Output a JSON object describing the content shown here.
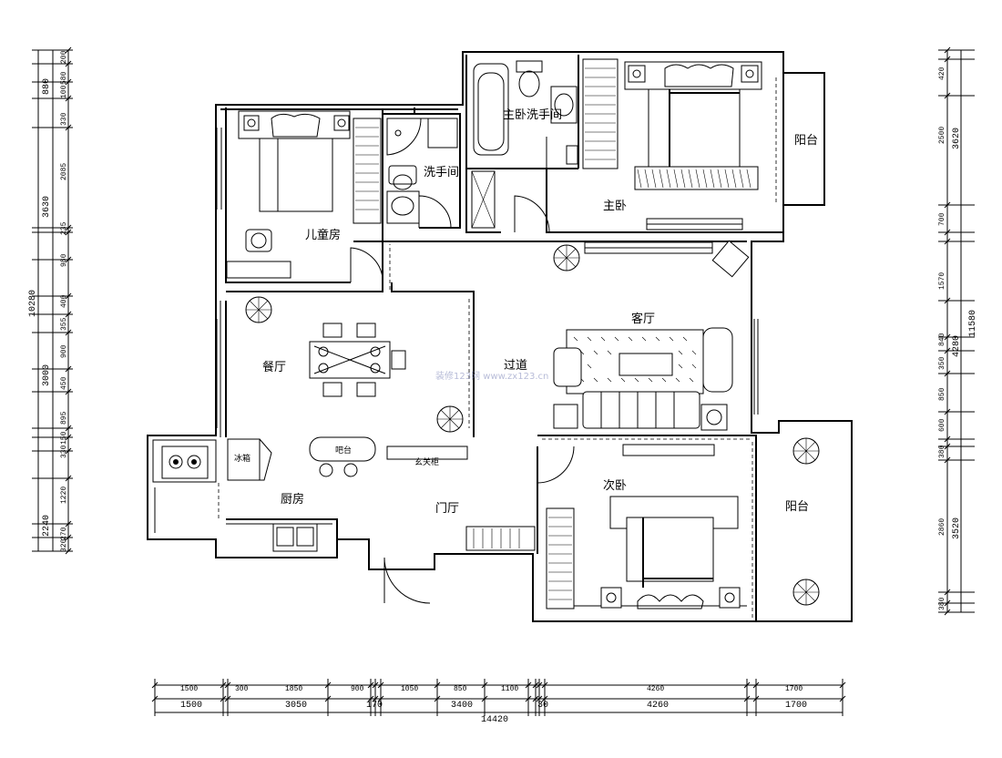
{
  "rooms": {
    "master_bath": "主卧洗手间",
    "bathroom": "洗手间",
    "master_bedroom": "主卧",
    "balcony_top": "阳台",
    "kids_room": "儿童房",
    "living_room": "客厅",
    "dining_room": "餐厅",
    "corridor": "过道",
    "second_bedroom": "次卧",
    "balcony_bottom": "阳台",
    "kitchen": "厨房",
    "entrance": "门厅",
    "fridge": "冰箱",
    "bar": "吧台",
    "shoe_cabinet": "玄关柜"
  },
  "watermark": "装修123网 www.zx123.cn",
  "dims": {
    "bottom_row1": [
      "1500",
      "300",
      "1850",
      "900",
      "1050",
      "850",
      "1100",
      "4260",
      "1700"
    ],
    "bottom_row2": [
      "1500",
      "3050",
      "170",
      "3400",
      "30",
      "4260",
      "1700"
    ],
    "bottom_total": "14420",
    "left_inner": [
      "200",
      "580",
      "100",
      "330",
      "2085",
      "235",
      "980",
      "400",
      "355",
      "900",
      "450",
      "895",
      "150",
      "330",
      "1220",
      "270",
      "320"
    ],
    "left_mid": [
      "880",
      "3630",
      "3000",
      "2240"
    ],
    "left_total": "10280",
    "right_inner": [
      "420",
      "2500",
      "700",
      "1570",
      "840",
      "350",
      "850",
      "600",
      "380",
      "2860",
      "380"
    ],
    "right_mid": [
      "3620",
      "4280",
      "3520"
    ],
    "right_total": "11580"
  }
}
